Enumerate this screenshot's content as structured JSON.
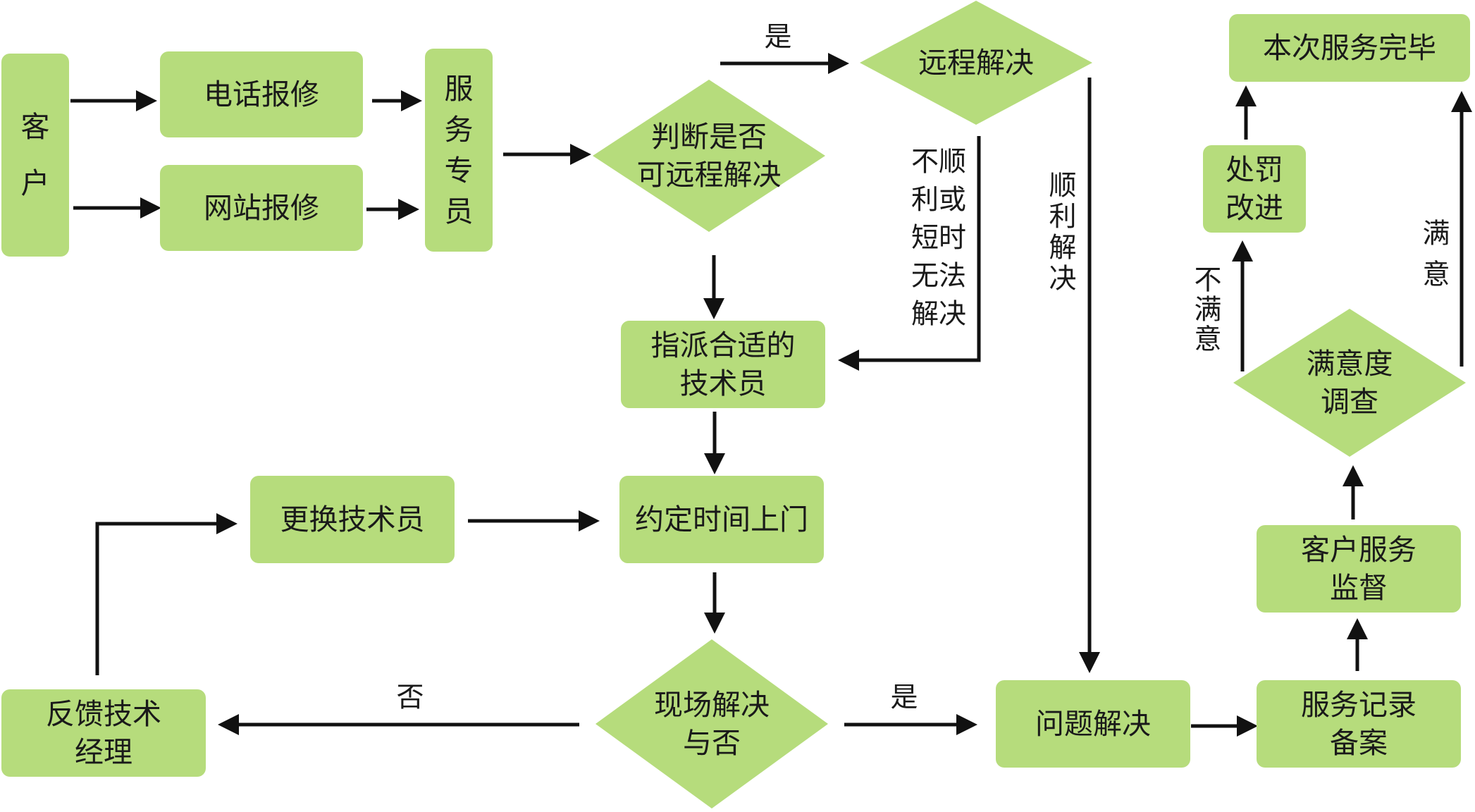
{
  "colors": {
    "node_fill": "#b6dc7c",
    "line": "#111111",
    "text": "#1a1a1a",
    "background": "#ffffff"
  },
  "nodes": {
    "customer": {
      "lines": [
        "客",
        "户"
      ]
    },
    "phone_repair": {
      "lines": [
        "电话报修"
      ]
    },
    "web_repair": {
      "lines": [
        "网站报修"
      ]
    },
    "service_specialist": {
      "lines": [
        "服",
        "务",
        "专",
        "员"
      ]
    },
    "judge_remote": {
      "lines": [
        "判断是否",
        "可远程解决"
      ]
    },
    "remote_solve": {
      "lines": [
        "远程解决"
      ]
    },
    "assign_tech": {
      "lines": [
        "指派合适的",
        "技术员"
      ]
    },
    "schedule_visit": {
      "lines": [
        "约定时间上门"
      ]
    },
    "replace_tech": {
      "lines": [
        "更换技术员"
      ]
    },
    "onsite_solved": {
      "lines": [
        "现场解决",
        "与否"
      ]
    },
    "feedback_manager": {
      "lines": [
        "反馈技术",
        "经理"
      ]
    },
    "problem_solved": {
      "lines": [
        "问题解决"
      ]
    },
    "record_filing": {
      "lines": [
        "服务记录",
        "备案"
      ]
    },
    "cs_supervision": {
      "lines": [
        "客户服务",
        "监督"
      ]
    },
    "satisfaction_survey": {
      "lines": [
        "满意度",
        "调查"
      ]
    },
    "penalty_improve": {
      "lines": [
        "处罚",
        "改进"
      ]
    },
    "service_complete": {
      "lines": [
        "本次服务完毕"
      ]
    }
  },
  "edge_labels": {
    "yes_remote": {
      "lines": [
        "是"
      ]
    },
    "remote_failed": {
      "lines": [
        "不顺",
        "利或",
        "短时",
        "无法",
        "解决"
      ]
    },
    "remote_success": {
      "lines": [
        "顺",
        "利",
        "解",
        "决"
      ]
    },
    "no_onsite": {
      "lines": [
        "否"
      ]
    },
    "yes_onsite": {
      "lines": [
        "是"
      ]
    },
    "not_satisfied": {
      "lines": [
        "不",
        "满",
        "意"
      ]
    },
    "satisfied": {
      "lines": [
        "满",
        "意"
      ]
    }
  }
}
